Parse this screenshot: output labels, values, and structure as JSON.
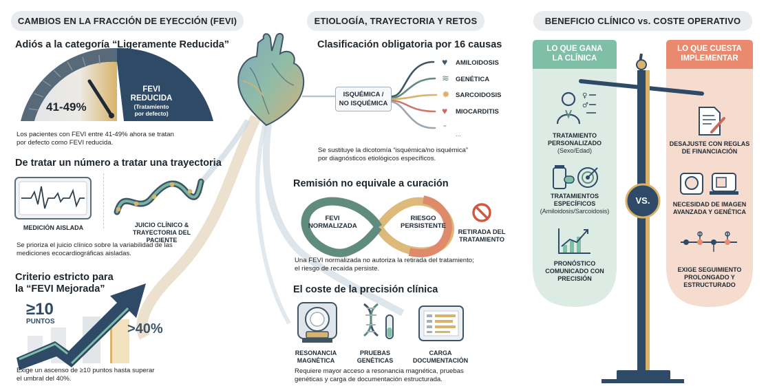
{
  "left": {
    "header": "CAMBIOS EN LA FRACCIÓN DE EYECCIÓN (FEVI)",
    "s1_title": "Adiós a la categoría “Ligeramente Reducida”",
    "gauge_value": "41-49%",
    "gauge_label_1": "FEVI",
    "gauge_label_2": "REDUCIDA",
    "gauge_sub_1": "(Tratamiento",
    "gauge_sub_2": "por defecto)",
    "s1_text_1": "Los pacientes con FEVI entre 41-49% ahora se tratan",
    "s1_text_2": "por defecto como FEVI reducida.",
    "s2_title": "De tratar un número a tratar una trayectoria",
    "measure_label": "MEDICIÓN AISLADA",
    "traj_label_1": "JUICIO CLÍNICO &",
    "traj_label_2": "TRAYECTORIA DEL PACIENTE",
    "s2_text_1": "Se prioriza el juicio clínico sobre la variabilidad de las",
    "s2_text_2": "mediciones ecocardiográficas aisladas.",
    "s3_title_1": "Criterio estricto para",
    "s3_title_2": "la “FEVI Mejorada”",
    "big_num": "≥10",
    "big_unit": "PUNTOS",
    "threshold": ">40%",
    "s3_text_1": "Exige un ascenso de ≥10 puntos hasta superar",
    "s3_text_2": "el umbral del 40%."
  },
  "middle": {
    "header": "ETIOLOGÍA, TRAYECTORIA Y RETOS",
    "s1_title": "Clasificación obligatoria por 16 causas",
    "box_1": "ISQUÉMICA /",
    "box_2": "NO ISQUÉMICA",
    "causes": [
      "AMILOIDOSIS",
      "GENÉTICA",
      "SARCOIDOSIS",
      "MIOCARDITIS",
      "..."
    ],
    "s1_text_1": "Se sustituye la dicotomía “isquémica/no isquémica”",
    "s1_text_2": "por diagnósticos etiológicos específicos.",
    "s2_title": "Remisión no equivale a curación",
    "loop_left_1": "FEVI",
    "loop_left_2": "NORMALIZADA",
    "loop_right_1": "RIESGO",
    "loop_right_2": "PERSISTENTE",
    "stop_1": "RETIRADA DEL",
    "stop_2": "TRATAMIENTO",
    "s2_text_1": "Una FEVI normalizada no autoriza la retirada del tratamiento;",
    "s2_text_2": "el riesgo de recaída persiste.",
    "s3_title": "El coste de la precisión clínica",
    "cost_1a": "RESONANCIA",
    "cost_1b": "MAGNÉTICA",
    "cost_2a": "PRUEBAS",
    "cost_2b": "GENÉTICAS",
    "cost_3a": "CARGA",
    "cost_3b": "DOCUMENTACIÓN",
    "s3_text_1": "Requiere mayor acceso a resonancia magnética, pruebas",
    "s3_text_2": "genéticas y carga de documentación estructurada."
  },
  "right": {
    "header": "BENEFICIO CLÍNICO vs. COSTE OPERATIVO",
    "gain_1": "LO QUE GANA",
    "gain_2": "LA CLÍNICA",
    "cost_1": "LO QUE CUESTA",
    "cost_2": "IMPLEMENTAR",
    "vs": "VS.",
    "g1a": "TRATAMIENTO",
    "g1b": "PERSONALIZADO",
    "g1c": "(Sexo/Edad)",
    "g2a": "TRATAMIENTOS",
    "g2b": "ESPECÍFICOS",
    "g2c": "(Amiloidosis/Sarcoidosis)",
    "g3a": "PRONÓSTICO",
    "g3b": "COMUNICADO CON",
    "g3c": "PRECISIÓN",
    "c1a": "DESAJUSTE CON REGLAS",
    "c1b": "DE FINANCIACIÓN",
    "c2a": "NECESIDAD DE IMAGEN",
    "c2b": "AVANZADA Y GENÉTICA",
    "c3a": "EXIGE SEGUIMIENTO",
    "c3b": "PROLONGADO Y",
    "c3c": "ESTRUCTURADO"
  },
  "colors": {
    "teal": "#7fbfa8",
    "salmon": "#e98a6f",
    "navy": "#2e4a66",
    "gold": "#d9b36a",
    "slate": "#3f5566"
  }
}
